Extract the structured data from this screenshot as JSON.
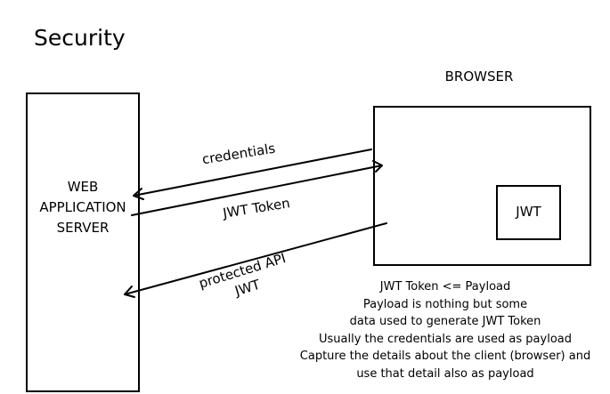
{
  "title": "Security",
  "server": {
    "label_lines": [
      "WEB",
      "APPLICATION",
      "SERVER"
    ]
  },
  "browser": {
    "label": "BROWSER",
    "jwt_label": "JWT"
  },
  "arrows": {
    "credentials": "credentials",
    "jwt_token": "JWT Token",
    "protected_lines": [
      "protected API",
      "JWT"
    ]
  },
  "notes": [
    "JWT Token <= Payload",
    "Payload is nothing but some",
    "data used to generate JWT Token",
    "Usually the credentials are used as payload",
    "Capture the details about the client (browser) and",
    "use that detail also as payload"
  ],
  "colors": {
    "line": "#000000",
    "background": "#ffffff"
  }
}
